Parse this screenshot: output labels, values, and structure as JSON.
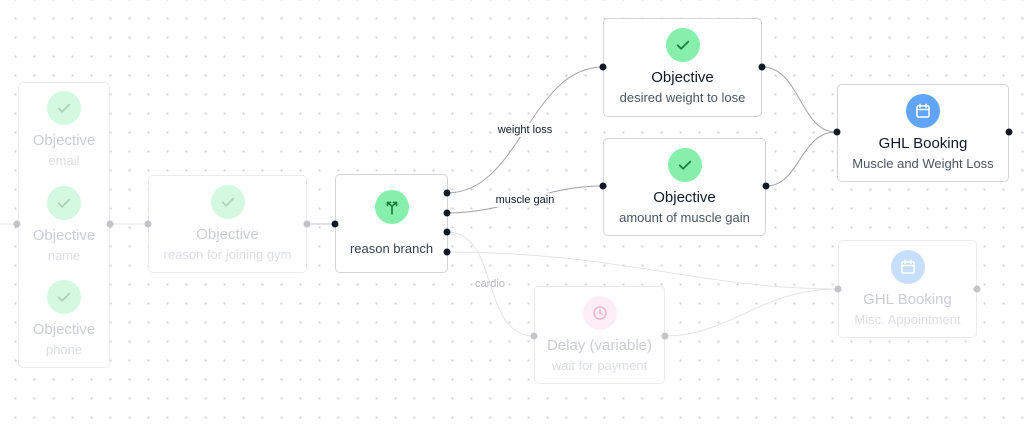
{
  "group": {
    "items": [
      {
        "title": "Objective",
        "subtitle": "email"
      },
      {
        "title": "Objective",
        "subtitle": "name"
      },
      {
        "title": "Objective",
        "subtitle": "phone"
      }
    ]
  },
  "nodes": {
    "objective_reason": {
      "title": "Objective",
      "subtitle": "reason for joining gym"
    },
    "branch": {
      "subtitle": "reason branch"
    },
    "objective_weight": {
      "title": "Objective",
      "subtitle": "desired weight to lose"
    },
    "objective_muscle": {
      "title": "Objective",
      "subtitle": "amount of muscle gain"
    },
    "booking_main": {
      "title": "GHL Booking",
      "subtitle": "Muscle and Weight Loss"
    },
    "delay": {
      "title": "Delay (variable)",
      "subtitle": "wait for payment"
    },
    "booking_misc": {
      "title": "GHL Booking",
      "subtitle": "Misc. Appointment"
    }
  },
  "edges": {
    "weight_loss": "weight loss",
    "muscle_gain": "muscle gain",
    "cardio": "cardio"
  },
  "colors": {
    "edge": "#a1a1aa",
    "edge_faded": "#e4e4e7",
    "check_bg": "#86efac",
    "calendar_bg": "#60a5fa",
    "clock_bg": "#fbcfe8"
  }
}
